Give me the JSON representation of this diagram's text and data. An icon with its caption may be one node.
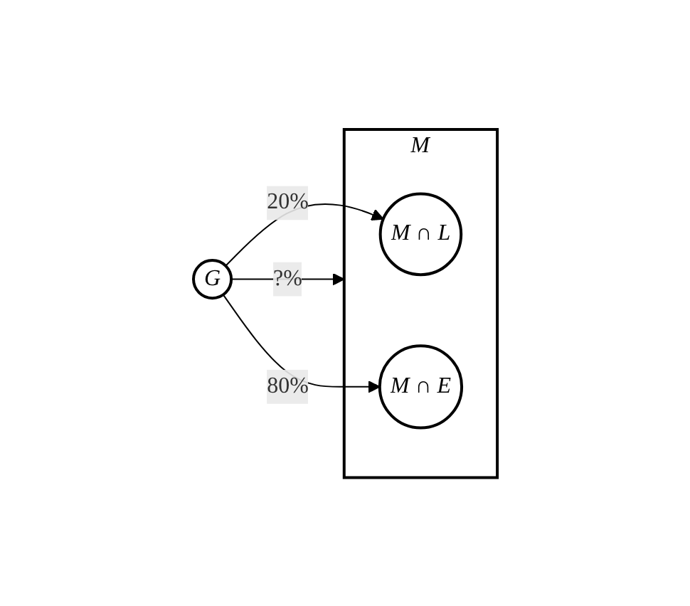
{
  "diagram": {
    "nodes": [
      {
        "text": [
          "G"
        ]
      },
      {
        "text": [
          "M"
        ]
      },
      {
        "text": [
          "M ∩ L"
        ],
        "in": 1
      },
      {
        "text": [
          "M ∩ E"
        ],
        "in": 1
      }
    ],
    "edges": [
      {
        "from": 0,
        "to": 2,
        "arrow": "to",
        "label": "20%"
      },
      {
        "from": 0,
        "to": 3,
        "arrow": "to",
        "label": "80%"
      },
      {
        "from": 0,
        "to": 1,
        "arrow": "to",
        "label": "?%"
      }
    ]
  }
}
